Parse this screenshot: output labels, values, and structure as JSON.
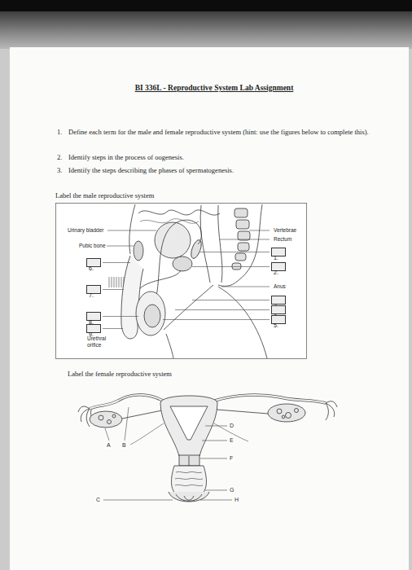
{
  "diagram": {
    "title": "BI 336L - Reproductive System Lab Assignment",
    "nodes": [
      {
        "text": [
          "1."
        ]
      },
      {
        "text": [
          "2."
        ]
      },
      {
        "text": [
          "3."
        ]
      },
      {
        "text": [
          "4."
        ]
      },
      {
        "text": [
          "5."
        ]
      },
      {
        "text": [
          "6."
        ]
      },
      {
        "text": [
          "7."
        ]
      },
      {
        "text": [
          "8."
        ]
      },
      {
        "text": [
          "9."
        ]
      }
    ],
    "labels": [
      "1.",
      "Define each term for the male and female reproductive system (hint: use the figures below to complete this).",
      "2.",
      "Identify steps in the process of oogenesis.",
      "3.",
      "Identify the steps describing the phases of spermatogenesis.",
      "Label the male reproductive system",
      "Urinary bladder",
      "Pubic bone",
      "Urethral orifice",
      "Vertebrae",
      "Rectum",
      "Anus",
      "Label the female reproductive system",
      "A",
      "B",
      "C",
      "D",
      "E",
      "F",
      "G",
      "H"
    ]
  }
}
